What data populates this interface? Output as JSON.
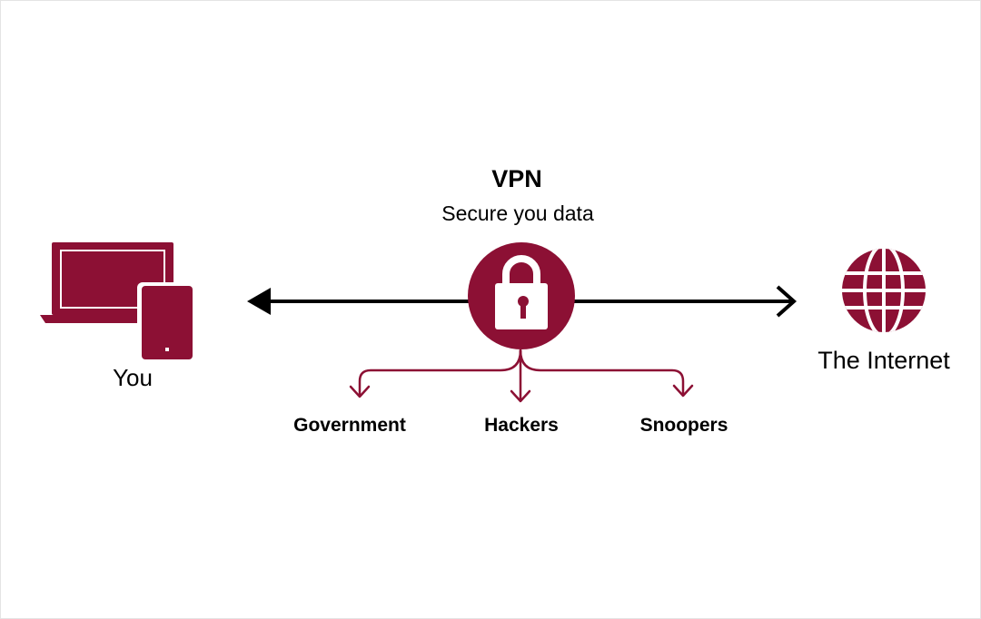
{
  "vpn": {
    "title": "VPN",
    "subtitle": "Secure you data"
  },
  "you": {
    "label": "You",
    "icons": [
      "laptop-icon",
      "tablet-icon"
    ]
  },
  "internet": {
    "label": "The Internet",
    "icon": "globe-icon"
  },
  "lock": {
    "icon": "padlock-icon"
  },
  "threats": [
    {
      "label": "Government"
    },
    {
      "label": "Hackers"
    },
    {
      "label": "Snoopers"
    }
  ],
  "colors": {
    "brand": "#8c1034",
    "arrow": "#000000",
    "text": "#000000",
    "background": "#ffffff"
  }
}
